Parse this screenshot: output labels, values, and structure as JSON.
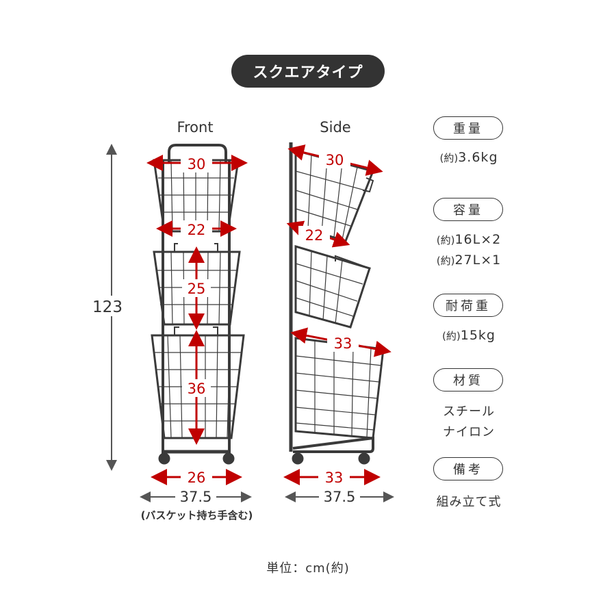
{
  "title": "スクエアタイプ",
  "views": {
    "front": "Front",
    "side": "Side"
  },
  "dimensions": {
    "total_height": "123",
    "front_top_width": "30",
    "front_top_bottom_width": "22",
    "front_mid_height": "25",
    "front_bottom_height": "36",
    "front_base_width": "26",
    "front_overall_width": "37.5",
    "front_overall_note": "(バスケット持ち手含む)",
    "side_top_width": "30",
    "side_top_bottom_width": "22",
    "side_bottom_width": "33",
    "side_base_width": "33",
    "side_overall_width": "37.5"
  },
  "specs": {
    "weight": {
      "label": "重量",
      "prefix": "(約)",
      "value": "3.6kg"
    },
    "capacity": {
      "label": "容量",
      "lines": [
        {
          "prefix": "(約)",
          "value": "16L×2"
        },
        {
          "prefix": "(約)",
          "value": "27L×1"
        }
      ]
    },
    "load": {
      "label": "耐荷重",
      "prefix": "(約)",
      "value": "15kg"
    },
    "material": {
      "label": "材質",
      "lines": [
        "スチール",
        "ナイロン"
      ]
    },
    "notes": {
      "label": "備考",
      "value": "組み立て式"
    }
  },
  "unit_note": "単位：cm(約)",
  "colors": {
    "accent": "#c00000",
    "frame": "#3a3a3a",
    "text": "#333333",
    "title_bg": "#333333"
  }
}
